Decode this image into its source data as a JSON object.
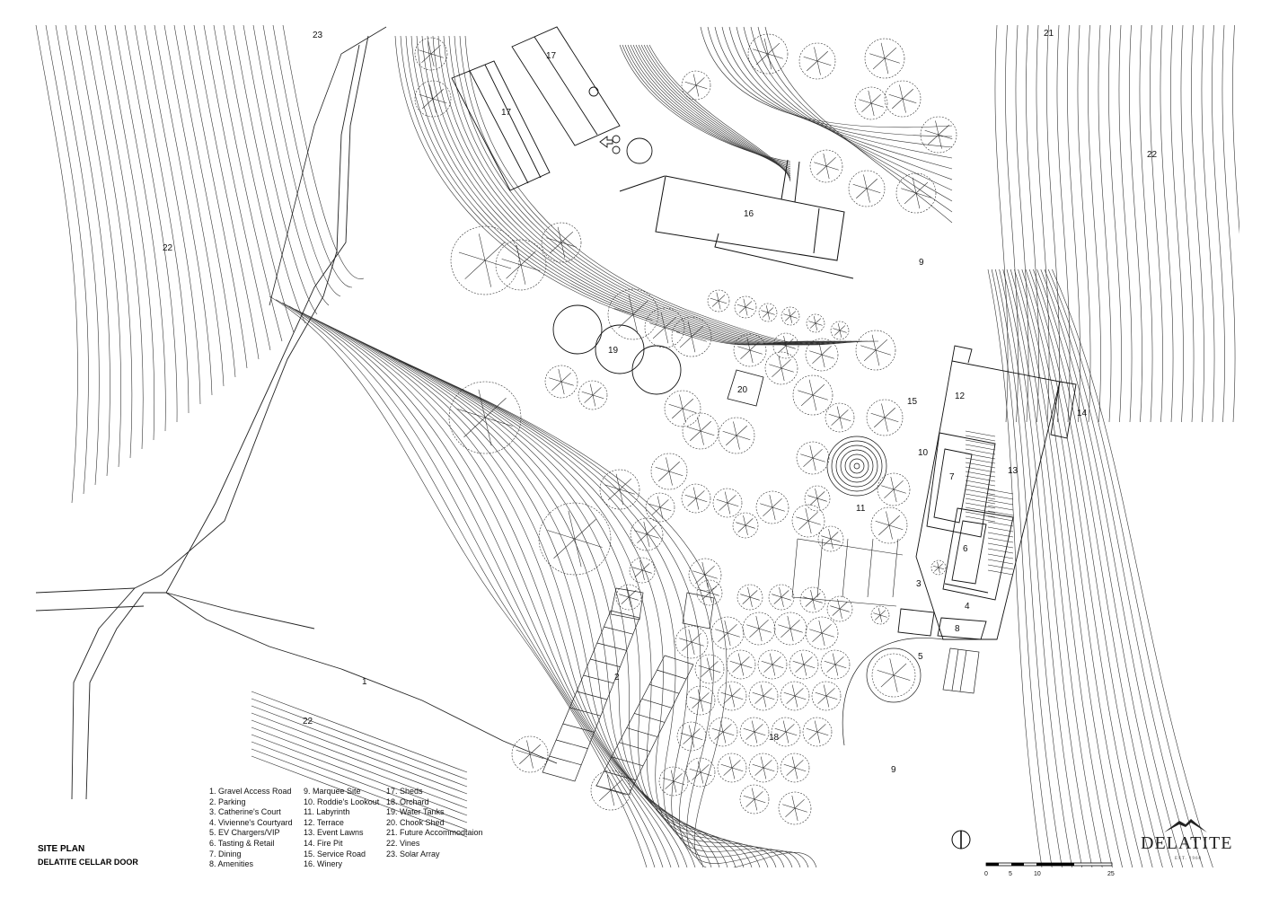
{
  "title": {
    "line1": "SITE PLAN",
    "line2": "DELATITE CELLAR DOOR"
  },
  "map_labels": {
    "l1": "1",
    "l2": "2",
    "l3": "3",
    "l4": "4",
    "l5": "5",
    "l6": "6",
    "l7": "7",
    "l8": "8",
    "l9a": "9",
    "l9b": "9",
    "l10": "10",
    "l11": "11",
    "l12": "12",
    "l13": "13",
    "l14": "14",
    "l15": "15",
    "l16": "16",
    "l17a": "17",
    "l17b": "17",
    "l18": "18",
    "l19": "19",
    "l20": "20",
    "l21": "21",
    "l22a": "22",
    "l22b": "22",
    "l22c": "22",
    "l23": "23"
  },
  "legend": {
    "col1": [
      "1. Gravel Access Road",
      "2. Parking",
      "3. Catherine's Court",
      "4. Vivienne's Courtyard",
      "5. EV Chargers/VIP",
      "6. Tasting & Retail",
      "7. Dining",
      "8. Amenities"
    ],
    "col2": [
      "9. Marquee Site",
      "10. Roddie's Lookout",
      "11. Labyrinth",
      "12. Terrace",
      "13. Event Lawns",
      "14. Fire Pit",
      "15. Service Road",
      "16. Winery"
    ],
    "col3": [
      "17. Sheds",
      "18. Orchard",
      "19. Water Tanks",
      "20. Chook Shed",
      "21. Future Accommodtaion",
      "22. Vines",
      "23. Solar Array"
    ]
  },
  "scale_bar": {
    "labels": [
      "0",
      "5",
      "10",
      "25"
    ],
    "unit_note": ""
  },
  "logo": {
    "name": "DELATITE",
    "tagline": "EST. 1968"
  },
  "icons": {
    "north": "north-arrow-icon",
    "logo_mark": "mountain-logo-icon",
    "tree": "tree-icon"
  },
  "colors": {
    "ink": "#111111",
    "line": "#333333",
    "background": "#ffffff"
  }
}
